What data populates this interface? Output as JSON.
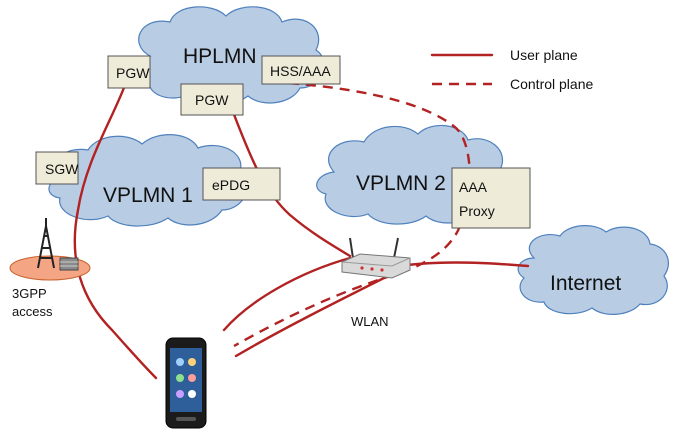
{
  "legend": {
    "user_plane": "User plane",
    "control_plane": "Control plane"
  },
  "clouds": {
    "hplmn": "HPLMN",
    "vplmn1": "VPLMN 1",
    "vplmn2": "VPLMN 2",
    "internet": "Internet"
  },
  "nodes": {
    "pgw_left": "PGW",
    "pgw_center": "PGW",
    "hss_aaa": "HSS/AAA",
    "sgw": "SGW",
    "epdg": "ePDG",
    "aaa_proxy_line1": "AAA",
    "aaa_proxy_line2": "Proxy"
  },
  "labels": {
    "access_line1": "3GPP",
    "access_line2": "access",
    "wlan": "WLAN"
  },
  "colors": {
    "cloud_fill": "#b8cce4",
    "box_fill": "#eeecd8",
    "plane_line": "#b22222"
  },
  "icons": [
    "cell-tower-icon",
    "wifi-router-icon",
    "smartphone-icon"
  ]
}
